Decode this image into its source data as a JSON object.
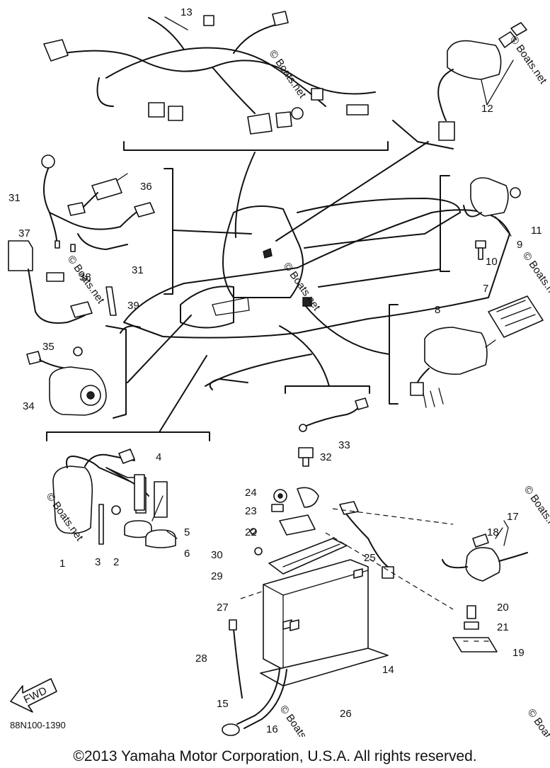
{
  "diagram_code": "88N100-1390",
  "copyright": "©2013 Yamaha Motor Corporation, U.S.A. All rights reserved.",
  "fwd_label": "FWD",
  "watermark": "© Boats.net",
  "callouts": [
    "13",
    "12",
    "36",
    "31",
    "31",
    "37",
    "38",
    "39",
    "35",
    "34",
    "11",
    "9",
    "10",
    "7",
    "8",
    "33",
    "32",
    "4",
    "5",
    "6",
    "1",
    "3",
    "2",
    "24",
    "23",
    "22",
    "30",
    "29",
    "27",
    "28",
    "15",
    "16",
    "26",
    "14",
    "25",
    "18",
    "17",
    "20",
    "21",
    "19"
  ]
}
